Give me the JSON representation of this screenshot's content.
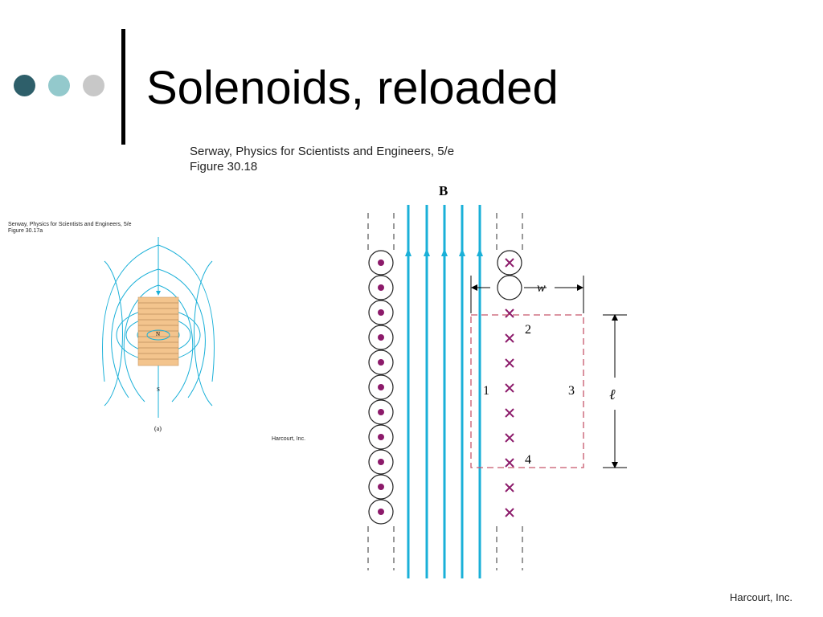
{
  "slide": {
    "title": "Solenoids, reloaded",
    "bullet_colors": [
      "#2e5f6a",
      "#93c9cc",
      "#c8c8c8"
    ]
  },
  "figure_right": {
    "caption_line1": "Serway, Physics for Scientists and Engineers, 5/e",
    "caption_line2": "Figure 30.18",
    "field_label": "B",
    "width_label": "w",
    "length_label": "ℓ",
    "path_labels": [
      "1",
      "2",
      "3",
      "4"
    ],
    "credit": "Harcourt, Inc."
  },
  "figure_left": {
    "caption_line1": "Serway, Physics for Scientists and Engineers, 5/e",
    "caption_line2": "Figure 30.17a",
    "north_label": "N",
    "south_label": "S",
    "panel_label": "(a)",
    "credit": "Harcourt, Inc."
  },
  "colors": {
    "field_lines": "#1ab0d8",
    "current_dot": "#8c1a6a",
    "path": "#c7566b",
    "coil": "#f3c48d"
  }
}
